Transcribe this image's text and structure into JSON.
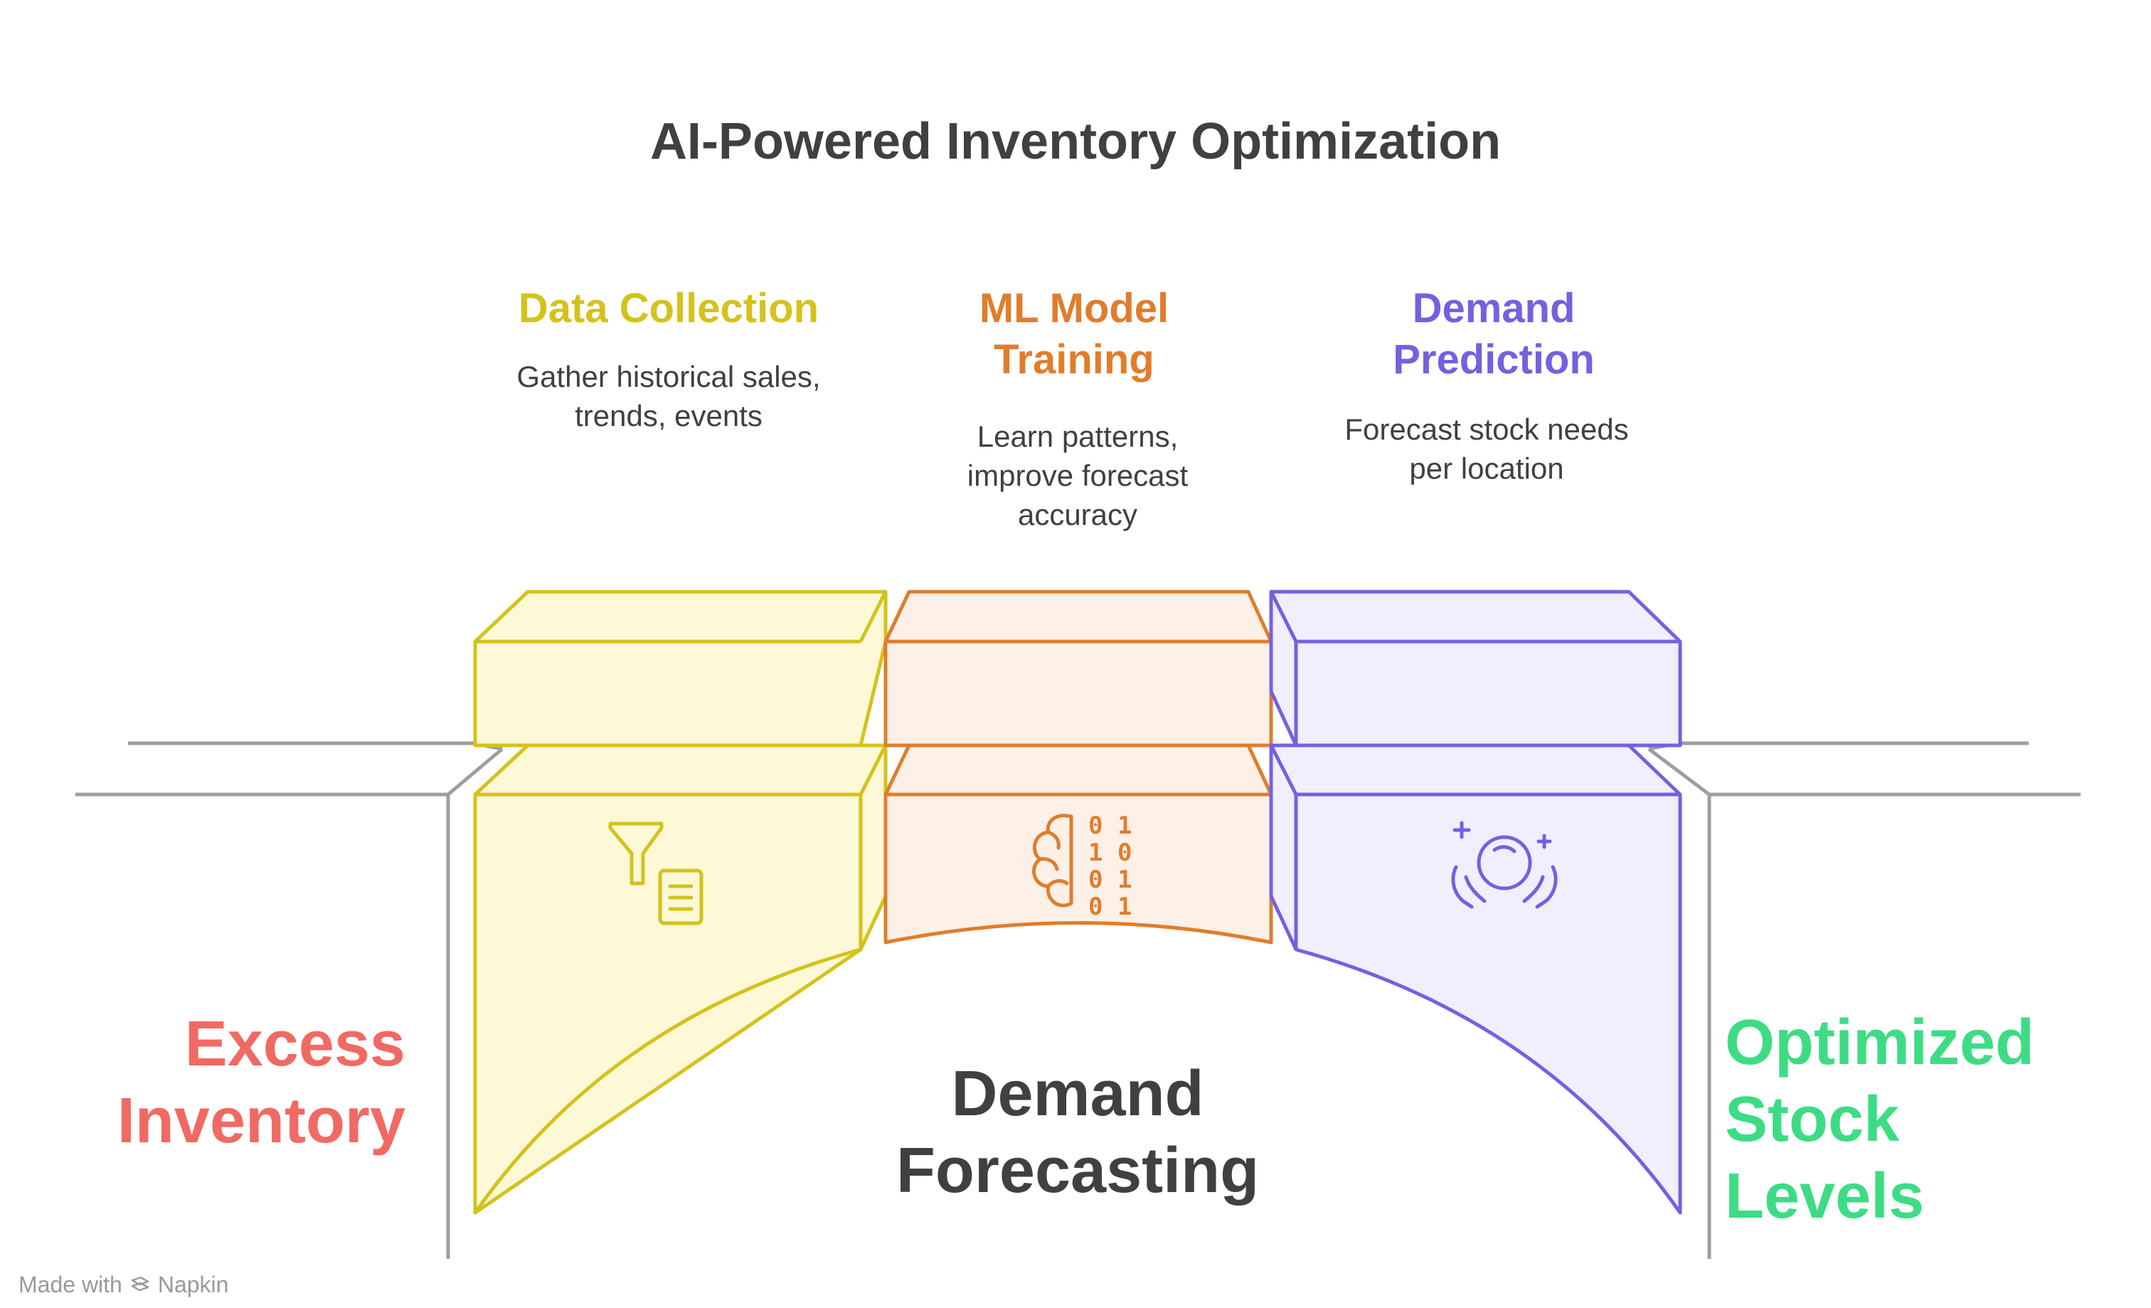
{
  "title": "AI-Powered Inventory Optimization",
  "steps": [
    {
      "title": "Data Collection",
      "description": "Gather historical sales, trends, events",
      "color": "#d4c21c",
      "fill": "#fdf8d6",
      "icon": "funnel-document-icon"
    },
    {
      "title": "ML Model Training",
      "description": "Learn patterns, improve forecast accuracy",
      "color": "#e07d2c",
      "fill": "#fdf0e6",
      "icon": "brain-binary-icon"
    },
    {
      "title": "Demand Prediction",
      "description": "Forecast stock needs per location",
      "color": "#7560e0",
      "fill": "#f1effd",
      "icon": "crystal-ball-hands-icon"
    }
  ],
  "left_label": "Excess Inventory",
  "center_label": "Demand Forecasting",
  "right_label": "Optimized Stock Levels",
  "colors": {
    "left_label": "#f06a63",
    "right_label": "#3ddc84",
    "ground": "#9e9e9e",
    "text": "#404040"
  },
  "footer": {
    "made_with": "Made with",
    "brand": "Napkin"
  }
}
